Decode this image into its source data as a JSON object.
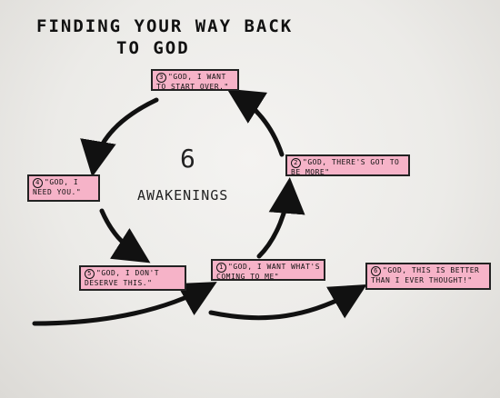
{
  "title": {
    "line1": "FINDING YOUR WAY BACK",
    "line2": "TO GOD"
  },
  "center": {
    "number": "6",
    "label": "AWAKENINGS"
  },
  "steps": [
    {
      "num": "1",
      "text": "\"GOD, I WANT WHAT'S COMING TO ME\""
    },
    {
      "num": "2",
      "text": "\"GOD, THERE'S GOT TO BE MORE\""
    },
    {
      "num": "3",
      "text": "\"GOD, I WANT TO START OVER.\""
    },
    {
      "num": "4",
      "text": "\"GOD, I NEED YOU.\""
    },
    {
      "num": "5",
      "text": "\"GOD, I DON'T DESERVE THIS.\""
    },
    {
      "num": "6",
      "text": "\"GOD, THIS IS BETTER THAN I EVER THOUGHT!\""
    }
  ],
  "colors": {
    "highlight": "#f6b3c8",
    "ink": "#111111",
    "paper": "#efeeeb"
  }
}
